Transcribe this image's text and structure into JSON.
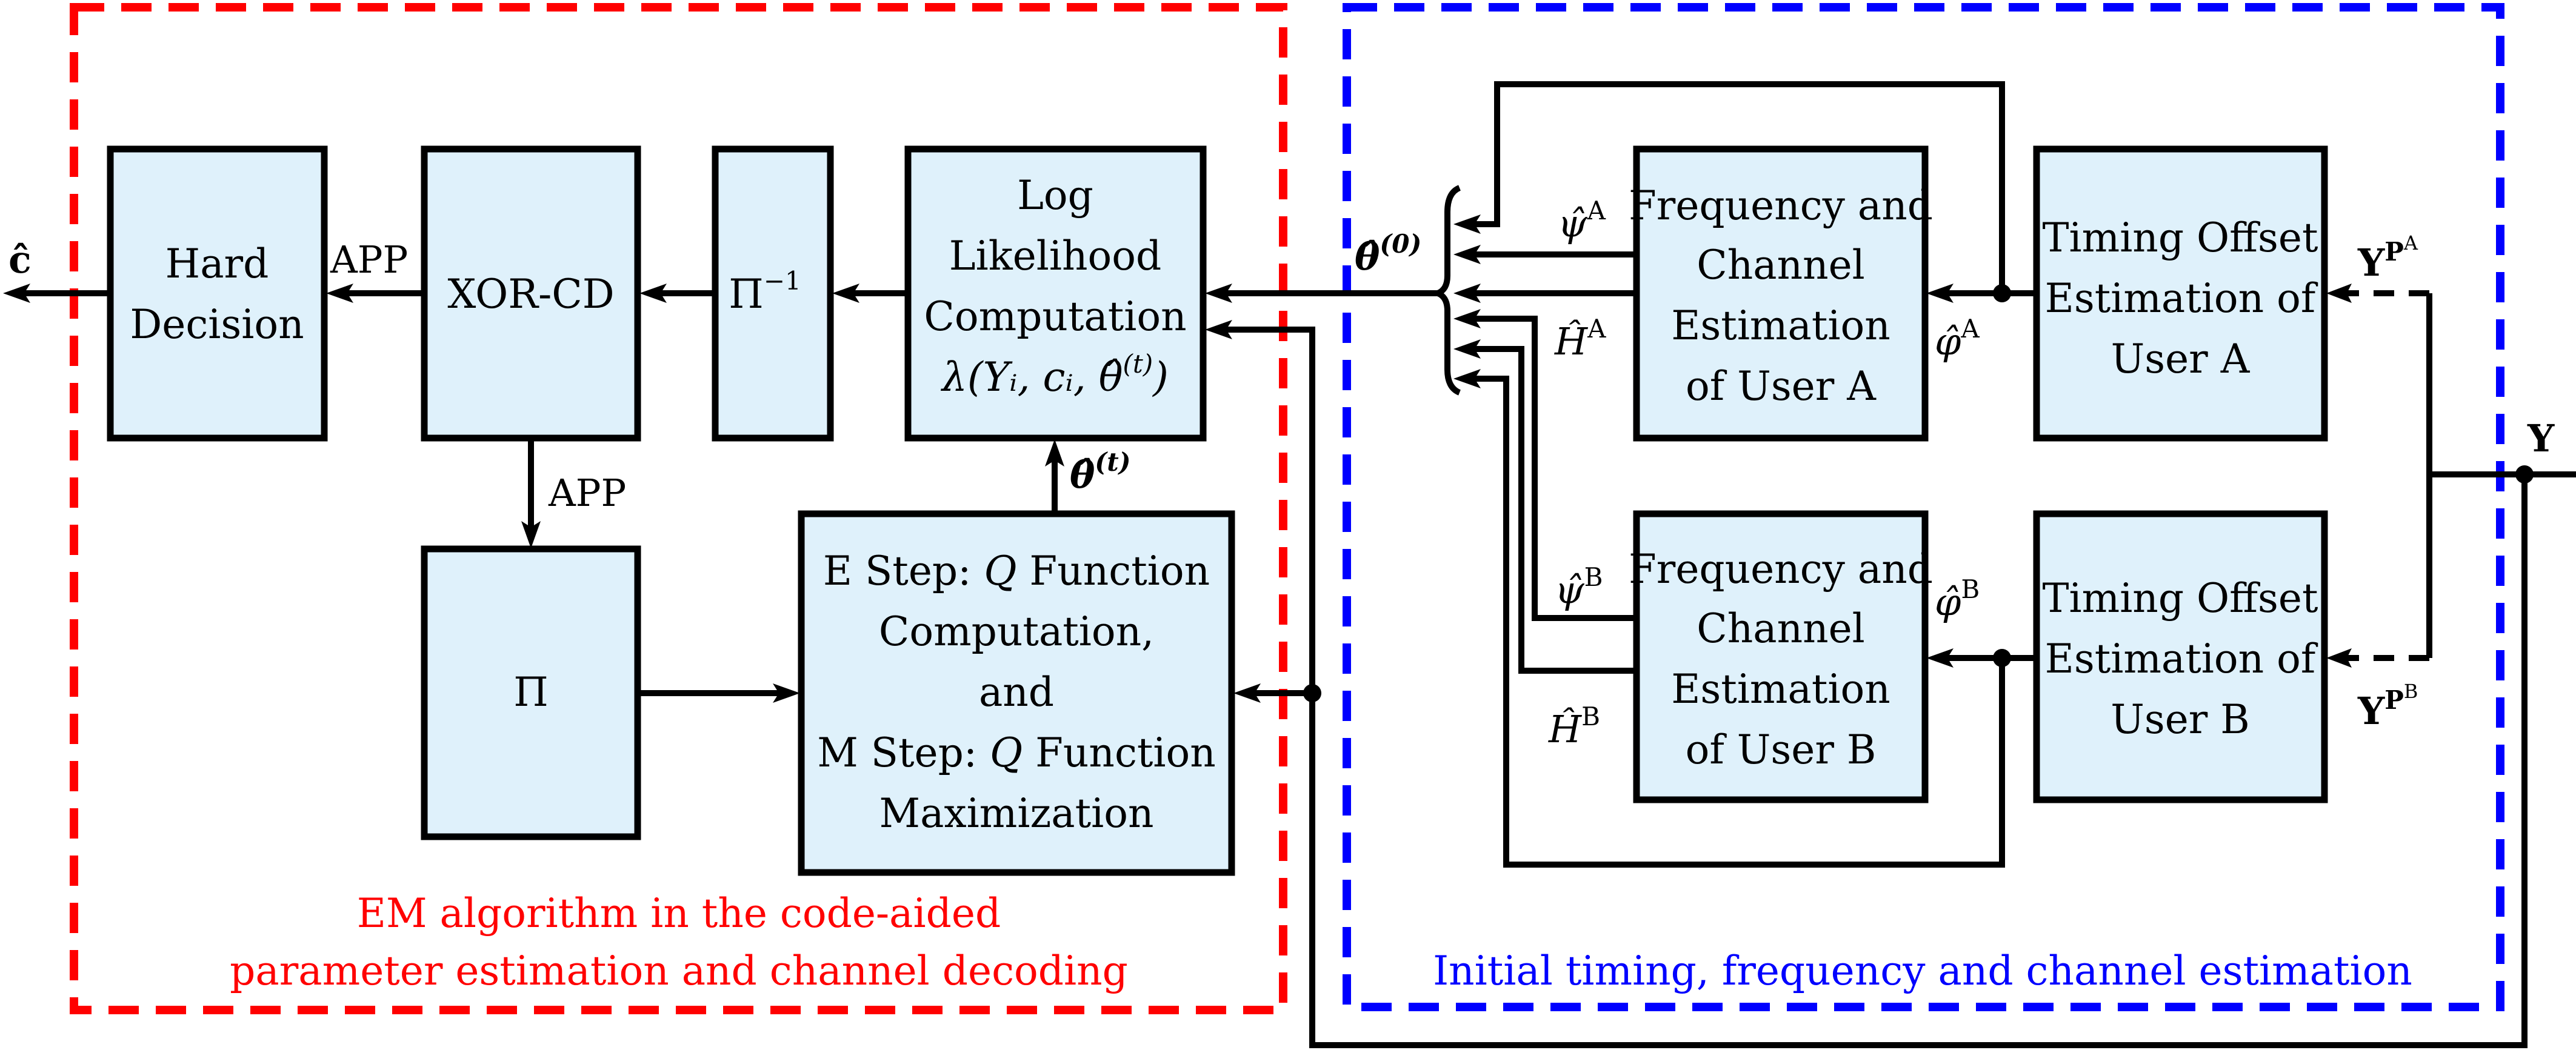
{
  "figure": {
    "colors": {
      "block_fill": "#dff1fb",
      "em_region": "#ff0000",
      "initial_region": "#0000ff",
      "lines": "#000000"
    },
    "regions": {
      "em": {
        "caption_line1": "EM algorithm in the code-aided",
        "caption_line2": "parameter estimation and channel decoding"
      },
      "initial": {
        "caption": "Initial timing, frequency and channel estimation"
      }
    },
    "blocks": {
      "hard_decision": [
        "Hard",
        "Decision"
      ],
      "xor_cd": [
        "XOR-CD"
      ],
      "deinterleaver": {
        "base": "Π",
        "sup": "−1"
      },
      "interleaver": [
        "Π"
      ],
      "log_likelihood": [
        "Log",
        "Likelihood",
        "Computation",
        "λ(Yᵢ, cᵢ, θ̂"
      ],
      "log_likelihood_sup": "(t)",
      "log_likelihood_close": ")",
      "em_step": [
        "E Step: ",
        "Q",
        " Function",
        "Computation,",
        "and",
        "M Step: ",
        "Q",
        " Function",
        "Maximization"
      ],
      "freq_a": [
        "Frequency and",
        "Channel",
        "Estimation",
        "of User A"
      ],
      "freq_b": [
        "Frequency and",
        "Channel",
        "Estimation",
        "of User B"
      ],
      "timing_a": [
        "Timing Offset",
        "Estimation of",
        "User A"
      ],
      "timing_b": [
        "Timing Offset",
        "Estimation of",
        "User B"
      ]
    },
    "labels": {
      "c_hat": "ĉ",
      "app_1": "APP",
      "app_2": "APP",
      "theta_t": "θ̂",
      "theta_t_sup": "(t)",
      "theta_0": "θ̂",
      "theta_0_sup": "(0)",
      "psi_a": "ψ̂",
      "psi_a_sup": "A",
      "h_a": "Ĥ",
      "h_a_sup": "A",
      "phi_a": "φ̂",
      "phi_a_sup": "A",
      "psi_b": "ψ̂",
      "psi_b_sup": "B",
      "h_b": "Ĥ",
      "h_b_sup": "B",
      "phi_b": "φ̂",
      "phi_b_sup": "B",
      "y": "Y",
      "yp_a": "Y",
      "yp_a_sup": "P",
      "yp_a_supsup": "A",
      "yp_b": "Y",
      "yp_b_sup": "P",
      "yp_b_supsup": "B"
    }
  }
}
